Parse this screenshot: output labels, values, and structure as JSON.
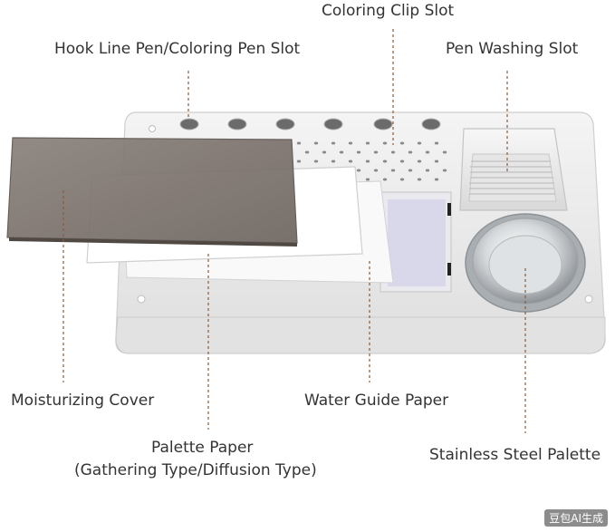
{
  "labels": {
    "coloring_clip_slot": "Coloring Clip Slot",
    "hook_line_pen_slot": "Hook Line Pen/Coloring Pen Slot",
    "pen_washing_slot": "Pen Washing Slot",
    "moisturizing_cover": "Moisturizing Cover",
    "water_guide_paper": "Water Guide Paper",
    "palette_paper_line1": "Palette Paper",
    "palette_paper_line2": "(Gathering Type/Diffusion Type)",
    "stainless_steel_palette": "Stainless Steel Palette"
  },
  "watermark": "豆包AI生成",
  "colors": {
    "label_text": "#333333",
    "leader_line": "#8a5a3c",
    "tray": "#eeeeee",
    "cover": "#7a716c",
    "paper": "#ffffff",
    "steel": "#c9cccf"
  }
}
